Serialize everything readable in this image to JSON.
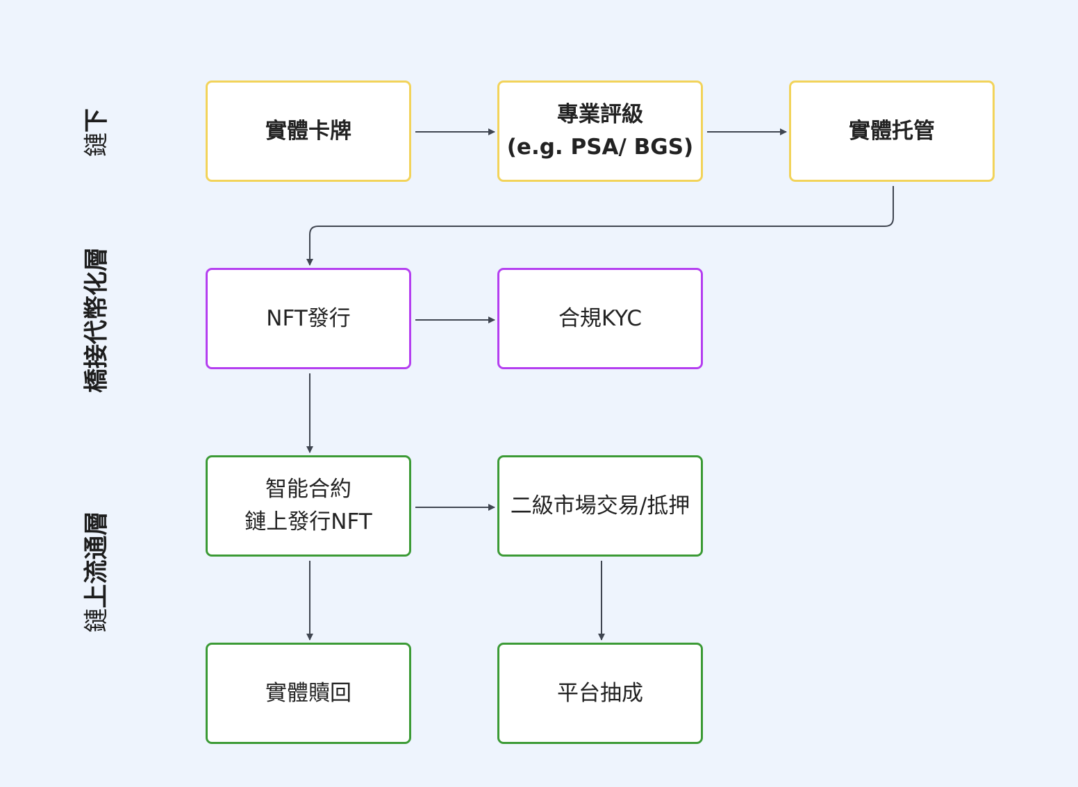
{
  "layers": {
    "offchain": {
      "light": "鏈",
      "bold": "下"
    },
    "bridge": {
      "light": "",
      "bold": "橋接代幣化層"
    },
    "onchain": {
      "light": "鏈",
      "bold": "上流通層"
    }
  },
  "nodes": {
    "physical_card": [
      "實體卡牌"
    ],
    "grading": [
      "專業評級",
      "(e.g. PSA/ BGS)"
    ],
    "custody": [
      "實體托管"
    ],
    "nft_issuance": [
      "NFT發行"
    ],
    "kyc": [
      "合規KYC"
    ],
    "smart_contract": [
      "智能合約",
      "鏈上發行NFT"
    ],
    "secondary_market": [
      "二級市場交易/抵押"
    ],
    "redemption": [
      "實體贖回"
    ],
    "platform_fee": [
      "平台抽成"
    ]
  },
  "colors": {
    "background": "#eef4fd",
    "offchain_border": "#f2d35a",
    "bridge_border": "#b43ef0",
    "onchain_border": "#3b9a35",
    "edge": "#3f4550"
  },
  "edges": [
    [
      "physical_card",
      "grading"
    ],
    [
      "grading",
      "custody"
    ],
    [
      "custody",
      "nft_issuance"
    ],
    [
      "nft_issuance",
      "kyc"
    ],
    [
      "nft_issuance",
      "smart_contract"
    ],
    [
      "smart_contract",
      "secondary_market"
    ],
    [
      "smart_contract",
      "redemption"
    ],
    [
      "secondary_market",
      "platform_fee"
    ]
  ]
}
